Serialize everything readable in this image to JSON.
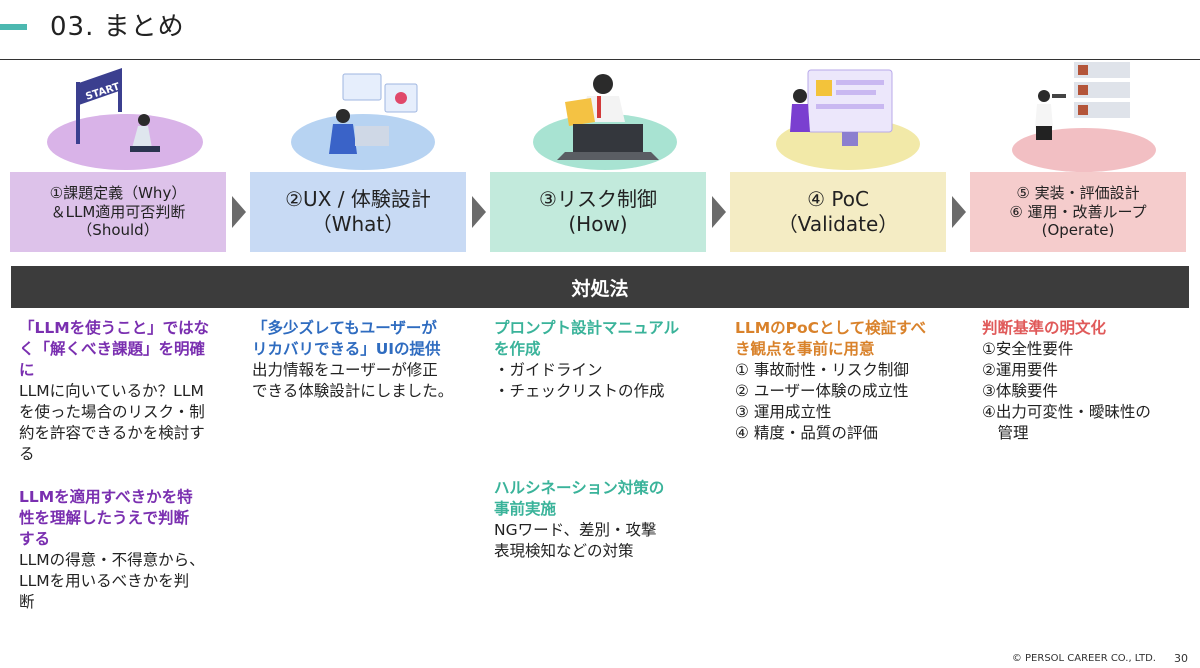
{
  "header": {
    "title": "03.  まとめ"
  },
  "steps": [
    {
      "lines": [
        "①課題定義（Why）",
        "＆LLM適用可否判断",
        "（Should）"
      ],
      "color": "#ddc2ea"
    },
    {
      "lines": [
        "②UX / 体験設計",
        "（What）"
      ],
      "color": "#c8daf4"
    },
    {
      "lines": [
        "③リスク制御",
        "(How)"
      ],
      "color": "#c2eadc"
    },
    {
      "lines": [
        "④ PoC",
        "（Validate）"
      ],
      "color": "#f4ecc4"
    },
    {
      "lines": [
        "⑤ 実装・評価設計",
        "⑥ 運用・改善ループ",
        "(Operate)"
      ],
      "color": "#f5cccc"
    }
  ],
  "illustrations": [
    {
      "icon": "start-flag-icon",
      "sign": "START",
      "ellipse_color": "#d9b3e8"
    },
    {
      "icon": "ux-design-icon",
      "ellipse_color": "#b7d3f2"
    },
    {
      "icon": "laptop-mail-icon",
      "ellipse_color": "#a8e3d2"
    },
    {
      "icon": "validate-screen-icon",
      "ellipse_color": "#f2e9a8"
    },
    {
      "icon": "operate-monitor-icon",
      "ellipse_color": "#f2bfc3"
    }
  ],
  "banner": {
    "label": "対処法"
  },
  "columns": {
    "col1": {
      "head1": [
        "「LLMを使うこと」ではな",
        "く「解くべき課題」を明確",
        "に"
      ],
      "body1": [
        "LLMに向いているか？LLM",
        "を使った場合のリスク・制",
        "約を許容できるかを検討す",
        "る"
      ],
      "head2": [
        "LLMを適用すべきかを特",
        "性を理解したうえで判断",
        "する"
      ],
      "body2": [
        "LLMの得意・不得意から、",
        "LLMを用いるべきかを判",
        "断"
      ],
      "color": "#7a2fb0"
    },
    "col2": {
      "head1": [
        "「多少ズレてもユーザーが",
        "リカバリできる」UIの提供"
      ],
      "body1": [
        "出力情報をユーザーが修正",
        "できる体験設計にしました。"
      ],
      "color": "#2f6cc0"
    },
    "col3": {
      "head1": [
        "プロンプト設計マニュアル",
        "を作成"
      ],
      "body1": [
        "・ガイドライン",
        "・チェックリストの作成"
      ],
      "head2": [
        "ハルシネーション対策の",
        "事前実施"
      ],
      "body2": [
        "NGワード、差別・攻撃",
        "表現検知などの対策"
      ],
      "color": "#3ab39a"
    },
    "col4": {
      "head1": [
        "LLMのPoCとして検証すべ",
        "き観点を事前に用意"
      ],
      "body1": [
        "① 事故耐性・リスク制御",
        "② ユーザー体験の成立性",
        "③ 運用成立性",
        "④ 精度・品質の評価"
      ],
      "color": "#d9822b"
    },
    "col5": {
      "head1": [
        "判断基準の明文化"
      ],
      "body1": [
        "①安全性要件",
        "②運用要件",
        "③体験要件",
        "④出力可変性・曖昧性の",
        "　管理"
      ],
      "color": "#e05a5a"
    }
  },
  "footer": {
    "copyright": "© PERSOL CAREER CO., LTD.",
    "page": "30"
  }
}
